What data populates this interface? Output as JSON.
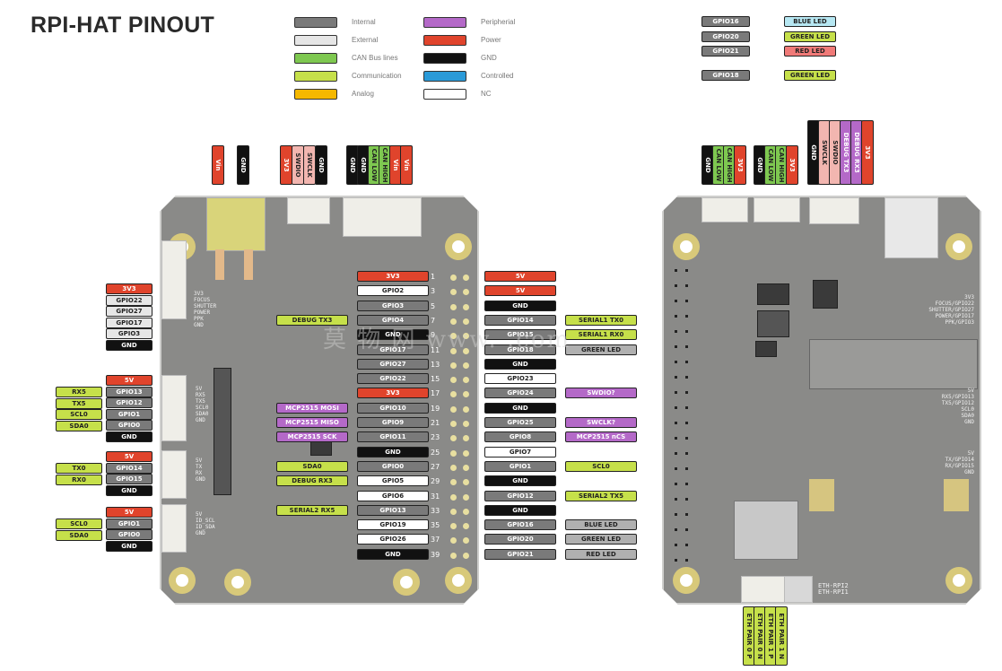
{
  "title": "RPI-HAT PINOUT",
  "colors": {
    "internal": "#7a7a7a",
    "external": "#e6e6e6",
    "can": "#7ec850",
    "comm": "#c6e04a",
    "analog": "#f5b800",
    "peripheral": "#b469c8",
    "power": "#e0442c",
    "gnd": "#111111",
    "controlled": "#2a9ad8",
    "nc": "#ffffff",
    "blue_led": "#b6e7f2",
    "green_led": "#c6e04a",
    "red_led": "#f07a78",
    "board": "#8a8a88"
  },
  "legend": [
    {
      "label": "Internal",
      "color": "#7a7a7a"
    },
    {
      "label": "External",
      "color": "#e6e6e6"
    },
    {
      "label": "CAN Bus lines",
      "color": "#7ec850"
    },
    {
      "label": "Communication",
      "color": "#c6e04a"
    },
    {
      "label": "Analog",
      "color": "#f5b800"
    },
    {
      "label": "Peripherial",
      "color": "#b469c8"
    },
    {
      "label": "Power",
      "color": "#e0442c"
    },
    {
      "label": "GND",
      "color": "#111111"
    },
    {
      "label": "Controlled",
      "color": "#2a9ad8"
    },
    {
      "label": "NC",
      "color": "#ffffff"
    }
  ],
  "led_map": [
    {
      "gpio": "GPIO16",
      "led": "BLUE LED"
    },
    {
      "gpio": "GPIO20",
      "led": "GREEN LED"
    },
    {
      "gpio": "GPIO21",
      "led": "RED LED"
    },
    {
      "gpio": "GPIO18",
      "led": "GREEN LED"
    }
  ],
  "top_left_pins": [
    "Vin",
    "GND"
  ],
  "top_mid_pins": [
    "3V3",
    "SWDIO",
    "SWCLK",
    "GND"
  ],
  "top_can_pins": [
    "GND",
    "GND",
    "CAN LOW",
    "CAN HIGH",
    "Vin",
    "Vin"
  ],
  "right_top_group1": [
    "GND",
    "CAN LOW",
    "CAN HIGH",
    "3V3"
  ],
  "right_top_group2": [
    "GND",
    "CAN LOW",
    "CAN HIGH",
    "3V3"
  ],
  "right_top_group3": [
    "GND",
    "SWCLK",
    "SWDIO",
    "DEBUG TX3",
    "DEBUG RX3",
    "3V3"
  ],
  "bottom_eth": [
    "ETH PAIR 0 P",
    "ETH PAIR 0 N",
    "ETH PAIR 1 P",
    "ETH PAIR 1 N"
  ],
  "left_conn_c": [
    "3V3",
    "GPIO22",
    "GPIO27",
    "GPIO17",
    "GPIO3",
    "GND"
  ],
  "left_conn_c_silk": "3V3\nFOCUS\nSHUTTER\nPOWER\nPPK\nGND",
  "left_serial2": {
    "ext": [
      "RX5",
      "TX5",
      "SCL0",
      "SDA0"
    ],
    "pins": [
      "5V",
      "GPIO13",
      "GPIO12",
      "GPIO1",
      "GPIO0",
      "GND"
    ]
  },
  "left_serial1": {
    "ext": [
      "TX0",
      "RX0"
    ],
    "pins": [
      "5V",
      "GPIO14",
      "GPIO15",
      "GND"
    ]
  },
  "left_i2c": {
    "ext": [
      "SCL0",
      "SDA0"
    ],
    "pins": [
      "5V",
      "GPIO1",
      "GPIO0",
      "GND"
    ]
  },
  "header_left": [
    "3V3",
    "GPIO2",
    "GPIO3",
    "GPIO4",
    "GND",
    "GPIO17",
    "GPIO27",
    "GPIO22",
    "3V3",
    "GPIO10",
    "GPIO9",
    "GPIO11",
    "GND",
    "GPIO0",
    "GPIO5",
    "GPIO6",
    "GPIO13",
    "GPIO19",
    "GPIO26",
    "GND"
  ],
  "header_right": [
    "5V",
    "5V",
    "GND",
    "GPIO14",
    "GPIO15",
    "GPIO18",
    "GND",
    "GPIO23",
    "GPIO24",
    "GND",
    "GPIO25",
    "GPIO8",
    "GPIO7",
    "GPIO1",
    "GND",
    "GPIO12",
    "GND",
    "GPIO16",
    "GPIO20",
    "GPIO21"
  ],
  "header_numbers_left": [
    "1",
    "3",
    "5",
    "7",
    "9",
    "11",
    "13",
    "15",
    "17",
    "19",
    "21",
    "23",
    "25",
    "27",
    "29",
    "31",
    "33",
    "35",
    "37",
    "39"
  ],
  "func_left": [
    {
      "label": "DEBUG TX3",
      "row": 3
    },
    {
      "label": "MCP2515 MOSI",
      "row": 9
    },
    {
      "label": "MCP2515 MISO",
      "row": 10
    },
    {
      "label": "MCP2515 SCK",
      "row": 11
    },
    {
      "label": "SDA0",
      "row": 13
    },
    {
      "label": "DEBUG RX3",
      "row": 14
    },
    {
      "label": "SERIAL2 RX5",
      "row": 16
    }
  ],
  "func_right": [
    {
      "label": "SERIAL1 TX0",
      "row": 3
    },
    {
      "label": "SERIAL1 RX0",
      "row": 4
    },
    {
      "label": "GREEN LED",
      "row": 5
    },
    {
      "label": "SWDIO?",
      "row": 8
    },
    {
      "label": "SWCLK?",
      "row": 10
    },
    {
      "label": "MCP2515 nCS",
      "row": 11
    },
    {
      "label": "SCL0",
      "row": 13
    },
    {
      "label": "SERIAL2 TX5",
      "row": 15
    },
    {
      "label": "BLUE LED",
      "row": 17
    },
    {
      "label": "GREEN LED",
      "row": 18
    },
    {
      "label": "RED LED",
      "row": 19
    }
  ],
  "silk_right": {
    "block1": "3V3\nFOCUS/GPIO22\nSHUTTER/GPIO27\nPOWER/GPIO17\nPPK/GPIO3",
    "block2": "5V\nRX5/GPIO13\nTX5/GPIO12\nSCL0\nSDA0\nGND",
    "block3": "5V\nTX/GPIO14\nRX/GPIO15\nGND",
    "eth": "ETH-RPI2\nETH-RPI1"
  },
  "watermark": "莫 物 网 www.      .com"
}
